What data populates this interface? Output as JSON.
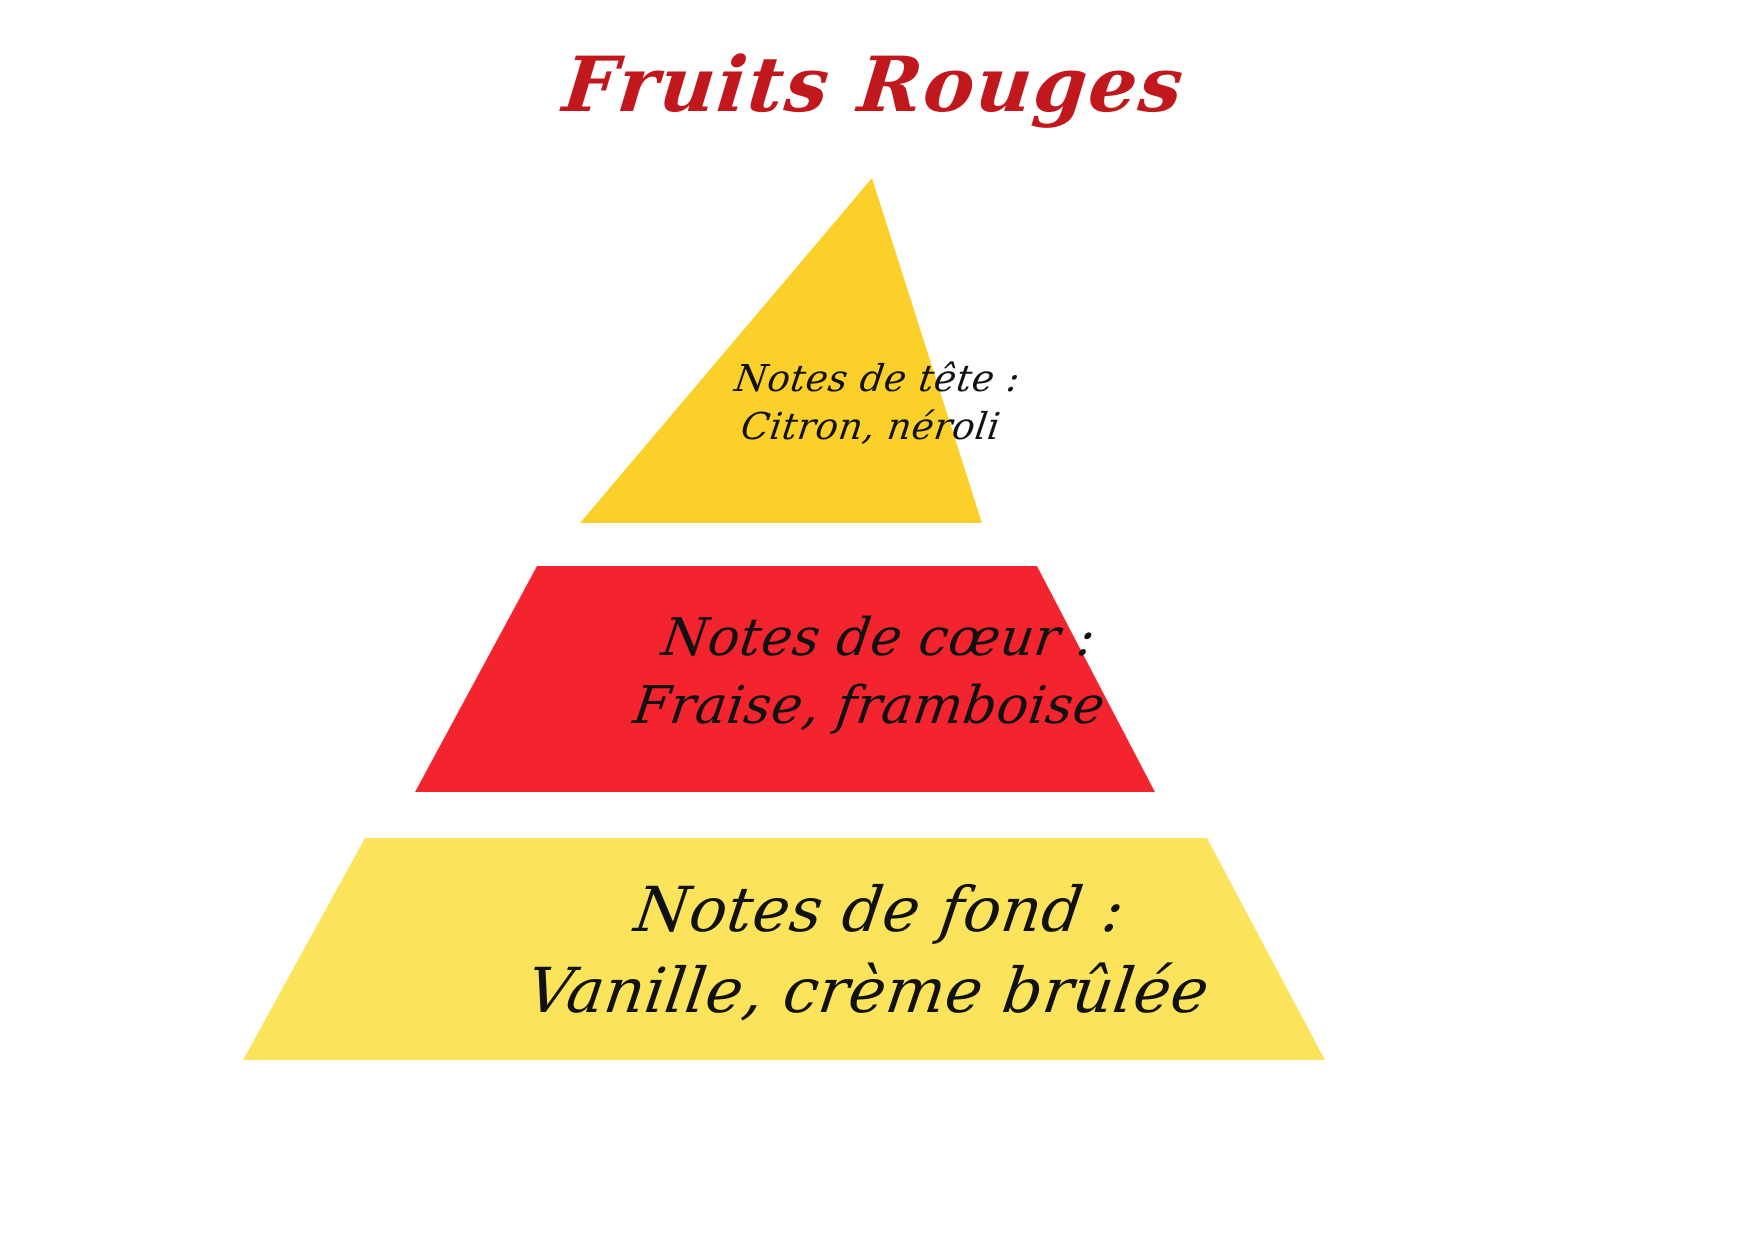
{
  "document": {
    "title": "Fruits Rouges",
    "title_color": "#c0181d",
    "background_color": "#ffffff"
  },
  "pyramid": {
    "tiers": [
      {
        "id": "top",
        "name": "notes-de-tete",
        "color": "#fbd02a",
        "heading": "Notes de tête :",
        "ingredients": "Citron, néroli"
      },
      {
        "id": "middle",
        "name": "notes-de-coeur",
        "color": "#f4242f",
        "heading": "Notes de cœur :",
        "ingredients": "Fraise, framboise"
      },
      {
        "id": "base",
        "name": "notes-de-fond",
        "color": "#fbe45c",
        "heading": "Notes de fond :",
        "ingredients": "Vanille, crème brûlée"
      }
    ]
  },
  "chart_data": {
    "type": "pyramid",
    "title": "Fruits Rouges",
    "levels": [
      {
        "label": "Notes de tête :",
        "value": "Citron, néroli",
        "color": "#fbd02a",
        "shape": "triangle",
        "order": 1
      },
      {
        "label": "Notes de cœur :",
        "value": "Fraise, framboise",
        "color": "#f4242f",
        "shape": "trapezoid",
        "order": 2
      },
      {
        "label": "Notes de fond :",
        "value": "Vanille, crème brûlée",
        "color": "#fbe45c",
        "shape": "trapezoid",
        "order": 3
      }
    ],
    "legend": [],
    "grid": false
  }
}
